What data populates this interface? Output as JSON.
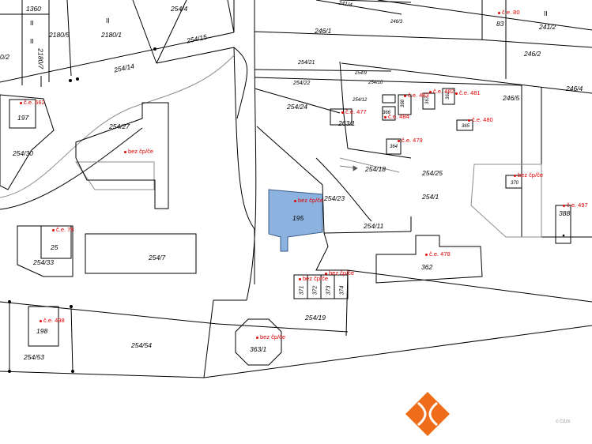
{
  "parcels": [
    {
      "id": "p-1360",
      "label": "1360"
    },
    {
      "id": "p-2180-5",
      "label": "2180/5"
    },
    {
      "id": "p-2180-1",
      "label": "2180/1"
    },
    {
      "id": "p-254-4",
      "label": "254/4"
    },
    {
      "id": "p-254-15",
      "label": "254/15"
    },
    {
      "id": "p-254-14",
      "label": "254/14"
    },
    {
      "id": "p-246-1",
      "label": "246/1"
    },
    {
      "id": "p-241-4",
      "label": "241/4"
    },
    {
      "id": "p-246-3",
      "label": "246/3"
    },
    {
      "id": "p-83",
      "label": "83"
    },
    {
      "id": "p-241-2",
      "label": "241/2"
    },
    {
      "id": "p-246-2",
      "label": "246/2"
    },
    {
      "id": "p-246-4",
      "label": "246/4"
    },
    {
      "id": "p-246-5",
      "label": "246/5"
    },
    {
      "id": "p-2180-2",
      "label": "0/2"
    },
    {
      "id": "p-2180-7",
      "label": "2180/7"
    },
    {
      "id": "p-197",
      "label": "197"
    },
    {
      "id": "p-254-30",
      "label": "254/30"
    },
    {
      "id": "p-254-27",
      "label": "254/27"
    },
    {
      "id": "p-254-21",
      "label": "254/21"
    },
    {
      "id": "p-254-9",
      "label": "254/9"
    },
    {
      "id": "p-254-22",
      "label": "254/22"
    },
    {
      "id": "p-254-10",
      "label": "254/10"
    },
    {
      "id": "p-254-24",
      "label": "254/24"
    },
    {
      "id": "p-254-12",
      "label": "254/12"
    },
    {
      "id": "p-263-1a",
      "label": "263/1"
    },
    {
      "id": "p-368",
      "label": "368"
    },
    {
      "id": "p-367",
      "label": "367"
    },
    {
      "id": "p-366",
      "label": "366"
    },
    {
      "id": "p-362b",
      "label": "362"
    },
    {
      "id": "p-365",
      "label": "365"
    },
    {
      "id": "p-364",
      "label": "364"
    },
    {
      "id": "p-254-18",
      "label": "254/18"
    },
    {
      "id": "p-254-25",
      "label": "254/25"
    },
    {
      "id": "p-254-1",
      "label": "254/1"
    },
    {
      "id": "p-370",
      "label": "370"
    },
    {
      "id": "p-388",
      "label": "388"
    },
    {
      "id": "p-195",
      "label": "195"
    },
    {
      "id": "p-254-23",
      "label": "254/23"
    },
    {
      "id": "p-254-11",
      "label": "254/11"
    },
    {
      "id": "p-25",
      "label": "25"
    },
    {
      "id": "p-254-33",
      "label": "254/33"
    },
    {
      "id": "p-254-7",
      "label": "254/7"
    },
    {
      "id": "p-362",
      "label": "362"
    },
    {
      "id": "p-371",
      "label": "371"
    },
    {
      "id": "p-372",
      "label": "372"
    },
    {
      "id": "p-373",
      "label": "373"
    },
    {
      "id": "p-374",
      "label": "374"
    },
    {
      "id": "p-198",
      "label": "198"
    },
    {
      "id": "p-254-54",
      "label": "254/54"
    },
    {
      "id": "p-254-53",
      "label": "254/53"
    },
    {
      "id": "p-254-19",
      "label": "254/19"
    },
    {
      "id": "p-363-1",
      "label": "363/1"
    }
  ],
  "house_numbers": [
    {
      "id": "hn-80",
      "label": "č.e. 80"
    },
    {
      "id": "hn-562",
      "label": "č.e. 562"
    },
    {
      "id": "hn-bez-254-24",
      "label": "bez čp/če"
    },
    {
      "id": "hn-477",
      "label": "č.e. 477"
    },
    {
      "id": "hn-483",
      "label": "č.e. 483"
    },
    {
      "id": "hn-482",
      "label": "č.e. 482"
    },
    {
      "id": "hn-481",
      "label": "č.e. 481"
    },
    {
      "id": "hn-484",
      "label": "č.e. 484"
    },
    {
      "id": "hn-480",
      "label": "č.e. 480"
    },
    {
      "id": "hn-479",
      "label": "č.e. 479"
    },
    {
      "id": "hn-bez-370",
      "label": "bez čp/če"
    },
    {
      "id": "hn-497",
      "label": "č.e. 497"
    },
    {
      "id": "hn-bez-195",
      "label": "bez čp/če"
    },
    {
      "id": "hn-78",
      "label": "č.e. 78"
    },
    {
      "id": "hn-478",
      "label": "č.e. 478"
    },
    {
      "id": "hn-bez-371",
      "label": "bez čp/če"
    },
    {
      "id": "hn-bez-374",
      "label": "bez čp/če"
    },
    {
      "id": "hn-498",
      "label": "č.e. 498"
    },
    {
      "id": "hn-bez-363",
      "label": "bez čp/če"
    }
  ],
  "roman": {
    "a": "II",
    "b": "II",
    "c": "II",
    "d": "II"
  },
  "copyright": "© ČÚZK",
  "colors": {
    "highlight": "#8cb3e0",
    "highlight_stroke": "#3a5a88",
    "address_red": "#e10000",
    "logo_orange": "#ef6c1a",
    "line": "#000000",
    "grey": "#8c8c8c"
  },
  "logo_icon": "cuzk-logo-icon"
}
